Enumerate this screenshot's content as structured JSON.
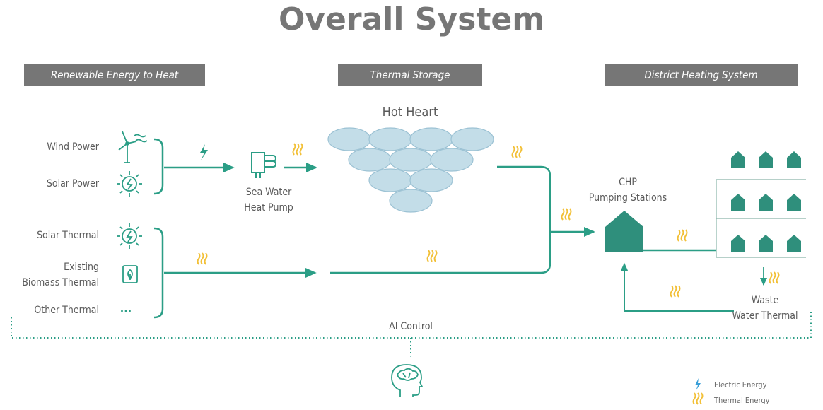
{
  "title": "Overall System",
  "sections": {
    "renewable": "Renewable Energy to Heat",
    "storage": "Thermal Storage",
    "district": "District Heating System"
  },
  "sources": {
    "wind": "Wind Power",
    "solar_power": "Solar Power",
    "solar_thermal": "Solar Thermal",
    "biomass_line1": "Existing",
    "biomass_line2": "Biomass Thermal",
    "other": "Other Thermal",
    "other_icon_text": "..."
  },
  "heat_pump": {
    "line1": "Sea Water",
    "line2": "Heat Pump"
  },
  "hot_heart": "Hot Heart",
  "chp": {
    "line1": "CHP",
    "line2": "Pumping Stations"
  },
  "waste": {
    "line1": "Waste",
    "line2": "Water Thermal"
  },
  "ai_control": "AI Control",
  "legend": {
    "electric": "Electric Energy",
    "thermal": "Thermal Energy"
  },
  "colors": {
    "green": "#2b9e86",
    "teal_house": "#2f8f7c",
    "tank": "#c3dde8",
    "tank_stroke": "#9cc2d4",
    "thermal": "#f2c038",
    "electric": "#3a9fd8",
    "section_bg": "#767676"
  },
  "icons": {
    "wind": "wind-turbine-icon",
    "solar": "sun-bolt-icon",
    "biomass": "biomass-leaf-icon",
    "heat_pump": "heat-exchanger-icon",
    "ai": "brain-head-icon",
    "house": "house-icon",
    "chp": "chp-building-icon"
  }
}
